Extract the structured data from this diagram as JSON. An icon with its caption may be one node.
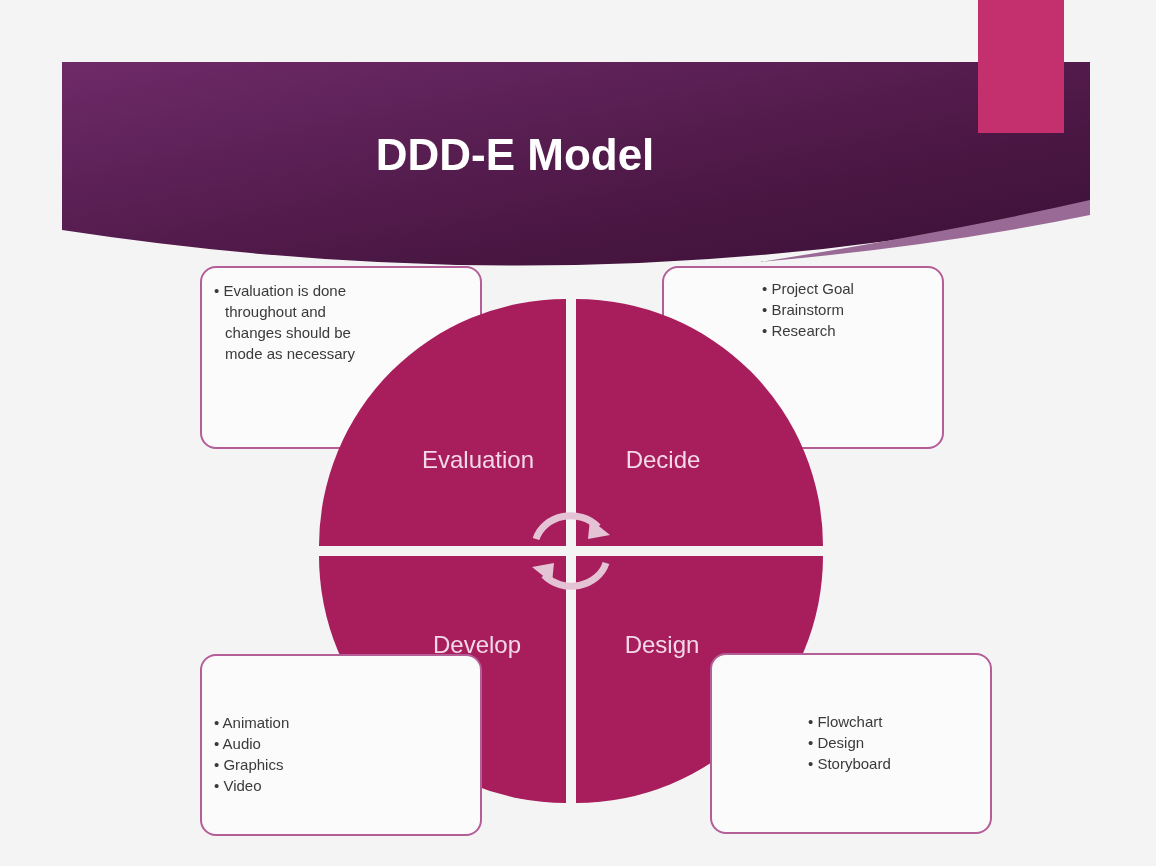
{
  "diagram": {
    "title": "DDD-E Model",
    "nodes": [
      {
        "text": [
          "• Evaluation is done throughout and changes should be mode as necessary"
        ]
      },
      {
        "text": [
          "• Project Goal",
          "• Brainstorm",
          "• Research"
        ]
      },
      {
        "text": [
          "Evaluation"
        ]
      },
      {
        "text": [
          "Decide"
        ]
      },
      {
        "text": [
          "Develop"
        ]
      },
      {
        "text": [
          "Design"
        ]
      },
      {
        "text": [
          "• Animation",
          "• Audio",
          "• Graphics",
          "• Video"
        ]
      },
      {
        "text": [
          "• Flowchart",
          "• Design",
          "• Storyboard"
        ]
      }
    ]
  }
}
